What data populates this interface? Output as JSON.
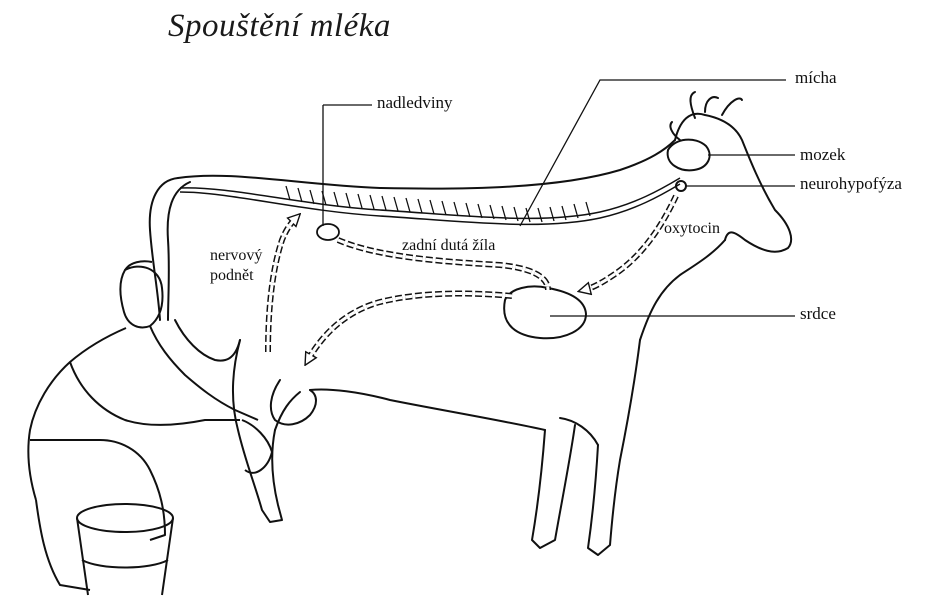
{
  "title": "Spouštění mléka",
  "labels": {
    "micha": "mícha",
    "mozek": "mozek",
    "neurohypofyza": "neurohypofýza",
    "nadledviny": "nadledviny",
    "zadni_duta_zila": "zadní dutá žíla",
    "oxytocin": "oxytocin",
    "srdce": "srdce",
    "nervovy": "nervový",
    "podnet": "podnět"
  },
  "colors": {
    "ink": "#111111",
    "background": "#ffffff"
  }
}
